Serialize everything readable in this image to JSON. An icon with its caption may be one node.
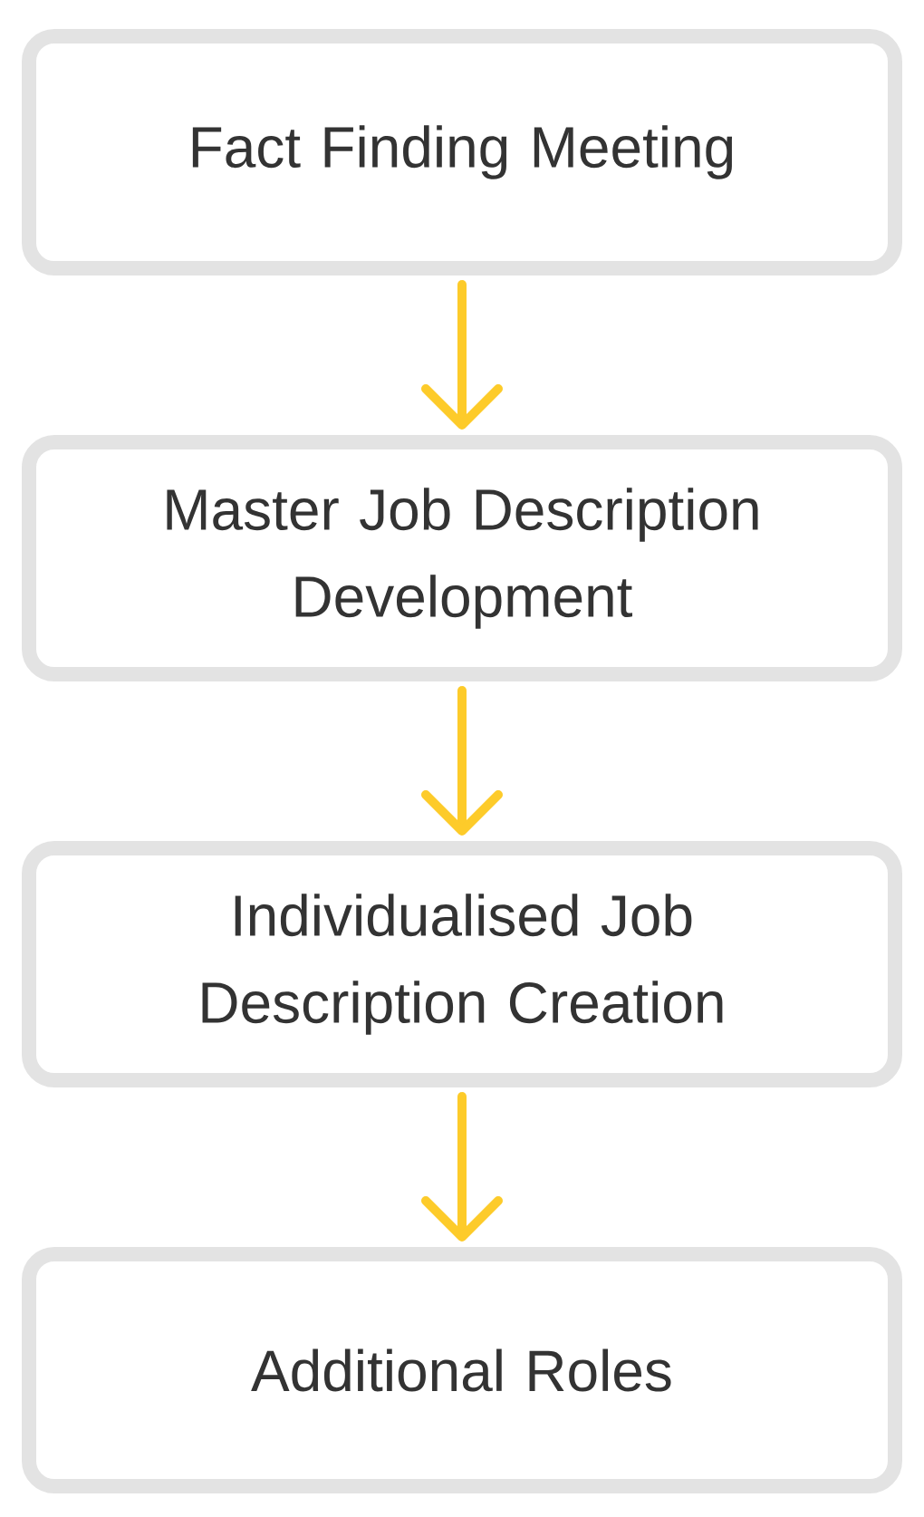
{
  "diagram": {
    "nodes": [
      {
        "text": [
          "Fact Finding Meeting"
        ]
      },
      {
        "text": [
          "Master Job Description Development"
        ]
      },
      {
        "text": [
          "Individualised Job Description Creation"
        ]
      },
      {
        "text": [
          "Additional Roles"
        ]
      }
    ],
    "edges": [
      {
        "from": 0,
        "to": 1,
        "arrow": "to"
      },
      {
        "from": 1,
        "to": 2,
        "arrow": "to"
      },
      {
        "from": 2,
        "to": 3,
        "arrow": "to"
      }
    ]
  }
}
